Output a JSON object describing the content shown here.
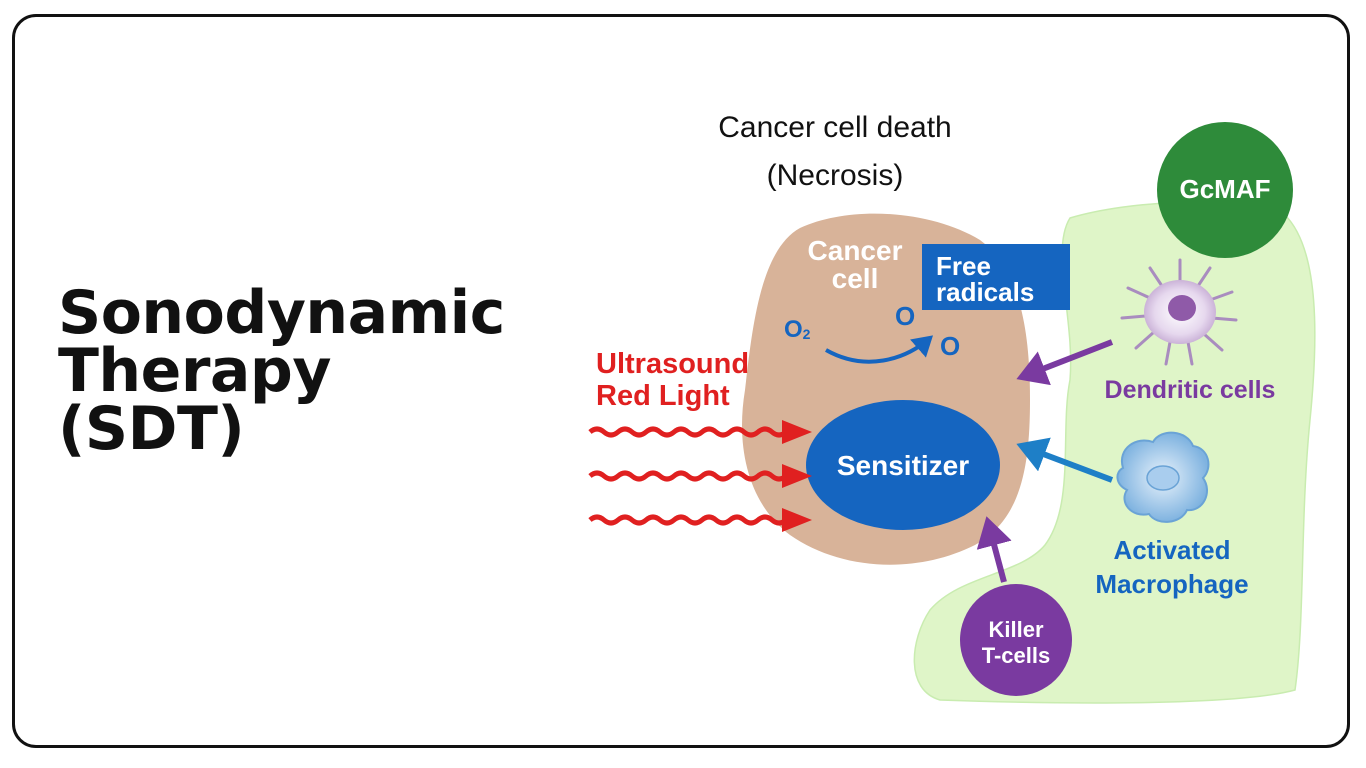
{
  "title": {
    "line1": "Sonodynamic",
    "line2": "Therapy",
    "line3": "(SDT)"
  },
  "diagram": {
    "heading_line1": "Cancer cell death",
    "heading_line2": "(Necrosis)",
    "cancer_cell_line1": "Cancer",
    "cancer_cell_line2": "cell",
    "free_radicals_line1": "Free",
    "free_radicals_line2": "radicals",
    "o2_label": "O",
    "o2_subscript": "2",
    "o_label_1": "O",
    "o_label_2": "O",
    "stimulus_line1": "Ultrasound",
    "stimulus_line2": "Red Light",
    "sensitizer": "Sensitizer",
    "gcmaf": "GcMAF",
    "dendritic_cells": "Dendritic cells",
    "macrophage_line1": "Activated",
    "macrophage_line2": "Macrophage",
    "killer_line1": "Killer",
    "killer_line2": "T-cells"
  },
  "colors": {
    "cancer_cell": "#d8b399",
    "immune_zone": "#dff5c8",
    "sensitizer": "#1565c0",
    "free_radicals_box": "#1565c0",
    "gcmaf": "#2e8b3a",
    "killer_cells": "#7a3aa0",
    "dendritic_text": "#7a3aa0",
    "macrophage_text": "#1565c0",
    "stimulus_text": "#e02020",
    "wave": "#e02020"
  },
  "icons": {
    "dendritic": "dendritic-cell-icon",
    "macrophage": "macrophage-icon"
  }
}
